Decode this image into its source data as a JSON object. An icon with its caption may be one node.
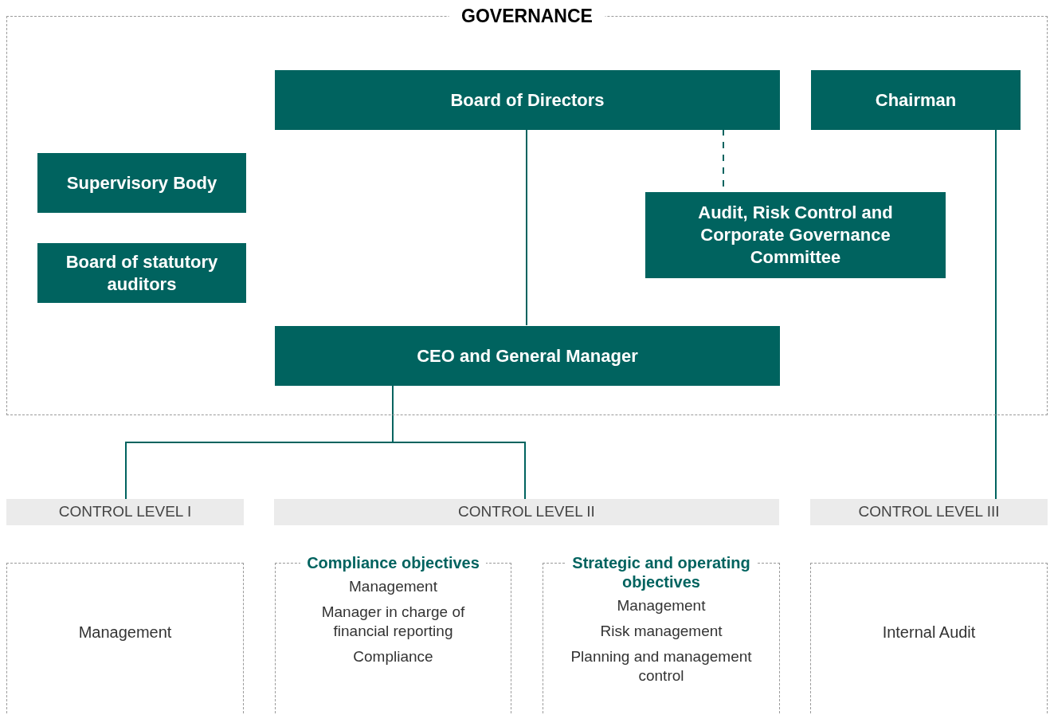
{
  "diagram": {
    "nodes": [
      {
        "text": [
          "GOVERNANCE"
        ]
      },
      {
        "text": [
          "Board of Directors"
        ],
        "in": 0
      },
      {
        "text": [
          "Chairman"
        ],
        "in": 0
      },
      {
        "text": [
          "Supervisory Body"
        ],
        "in": 0
      },
      {
        "text": [
          "Board of statutory auditors"
        ],
        "in": 0
      },
      {
        "text": [
          "Audit, Risk Control and Corporate Governance Committee"
        ],
        "in": 0
      },
      {
        "text": [
          "CEO and General Manager"
        ],
        "in": 0
      },
      {
        "text": [
          "CONTROL LEVEL I"
        ]
      },
      {
        "text": [
          "CONTROL LEVEL II"
        ]
      },
      {
        "text": [
          "CONTROL LEVEL III"
        ]
      },
      {
        "text": [
          "Management"
        ]
      },
      {
        "text": [
          "Compliance objectives",
          "Management",
          "Manager in charge of financial reporting",
          "Compliance"
        ]
      },
      {
        "text": [
          "Strategic and operating objectives",
          "Management",
          "Risk management",
          "Planning and management control"
        ]
      },
      {
        "text": [
          "Internal Audit"
        ]
      }
    ],
    "edges": [
      {
        "from": 1,
        "to": 6,
        "arrow": "none"
      },
      {
        "from": 1,
        "to": 5,
        "arrow": "none",
        "style": "dashed"
      },
      {
        "from": 6,
        "to": 7,
        "arrow": "none"
      },
      {
        "from": 6,
        "to": 8,
        "arrow": "none"
      },
      {
        "from": 2,
        "to": 9,
        "arrow": "none"
      }
    ]
  }
}
